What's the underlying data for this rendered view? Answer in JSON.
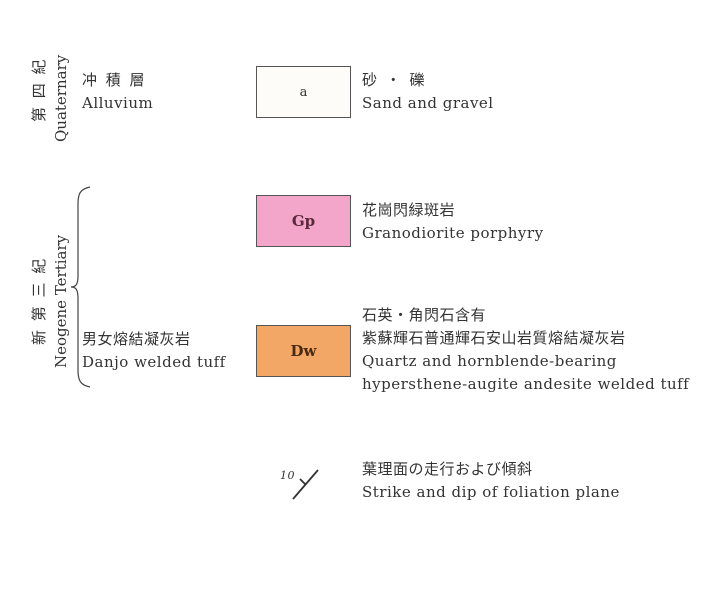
{
  "periods": {
    "quaternary": {
      "jp": "第 四 紀",
      "en": "Quaternary"
    },
    "neogene": {
      "jp": "新 第 三 紀",
      "en": "Neogene Tertiary"
    }
  },
  "units": [
    {
      "symbol": "a",
      "color": "#fdfcf8",
      "formation_jp": "冲 積 層",
      "formation_en": "Alluvium",
      "desc_jp": "砂 ・ 礫",
      "desc_en": "Sand and gravel"
    },
    {
      "symbol": "Gp",
      "color": "#f3a6c9",
      "desc_jp": "花崗閃緑斑岩",
      "desc_en": "Granodiorite porphyry"
    },
    {
      "symbol": "Dw",
      "color": "#f2a767",
      "formation_jp": "男女熔結凝灰岩",
      "formation_en": "Danjo welded tuff",
      "desc_jp1": "石英・角閃石含有",
      "desc_jp2": "紫蘇輝石普通輝石安山岩質熔結凝灰岩",
      "desc_en1": "Quartz and hornblende-bearing",
      "desc_en2": "hypersthene-augite andesite welded tuff"
    }
  ],
  "strike": {
    "dip_value": "10",
    "desc_jp": "葉理面の走行および傾斜",
    "desc_en": "Strike and dip of foliation plane"
  }
}
